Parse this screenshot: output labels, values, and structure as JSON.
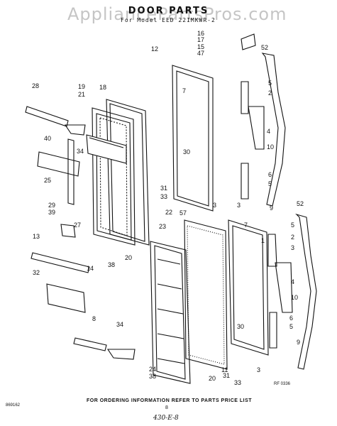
{
  "watermark": "AppliancePartsPros.com",
  "title": "DOOR PARTS",
  "subtitle": "For Model EED 22IMKWR-2",
  "footer": "FOR ORDERING INFORMATION REFER TO PARTS PRICE LIST",
  "page_number": "8",
  "handwritten_note": "430-E-8",
  "ref_code": "RF 0336",
  "side_code": "869162",
  "callouts": [
    "16",
    "17",
    "15",
    "47",
    "12",
    "52",
    "7",
    "5",
    "2",
    "3",
    "4",
    "10",
    "28",
    "19",
    "21",
    "18",
    "40",
    "34",
    "30",
    "25",
    "31",
    "33",
    "3",
    "29",
    "39",
    "27",
    "9",
    "6",
    "5",
    "1",
    "22",
    "57",
    "23",
    "13",
    "38",
    "14",
    "32",
    "20",
    "7",
    "5",
    "2",
    "3",
    "4",
    "10",
    "8",
    "34",
    "24",
    "38",
    "20",
    "30",
    "11",
    "31",
    "33",
    "3",
    "6",
    "5",
    "9",
    "52"
  ]
}
